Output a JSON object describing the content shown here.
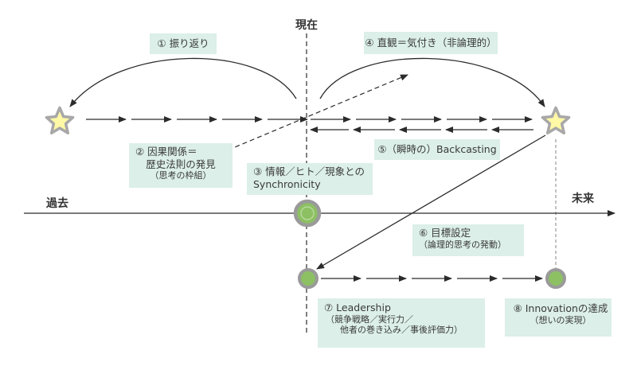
{
  "colors": {
    "star_fill": "#fff8a6",
    "star_stroke": "#a8a8a8",
    "node_fill": "#8cc063",
    "node_stroke": "#9a9a9a",
    "label_bg": "#dcefe9",
    "line": "#2b2b2b"
  },
  "axis": {
    "now": "現在",
    "past": "過去",
    "future": "未来"
  },
  "labels": {
    "l1": {
      "text": "① 振り返り"
    },
    "l2": {
      "line1": "② 因果関係＝",
      "line2": "歴史法則の発見",
      "line3": "（思考の枠組）"
    },
    "l3": {
      "line1": "③ 情報／ヒト／現象との",
      "line2": "Synchronicity"
    },
    "l4": {
      "text": "④ 直観＝気付き（非論理的）"
    },
    "l5": {
      "text": "⑤（瞬時の）Backcasting"
    },
    "l6": {
      "line1": "⑥ 目標設定",
      "line2": "（論理的思考の発動）"
    },
    "l7": {
      "line1": "⑦ Leadership",
      "line2": "（競争戦略／実行力／",
      "line3": "他者の巻き込み／事後評価力）"
    },
    "l8": {
      "line1": "⑧ Innovationの達成",
      "line2": "（想いの実現）"
    }
  },
  "icons": {
    "star_left": "star-icon",
    "star_right": "star-icon",
    "node_center": "circle-node-icon",
    "node_lower_left": "circle-node-icon",
    "node_lower_right": "circle-node-icon"
  }
}
